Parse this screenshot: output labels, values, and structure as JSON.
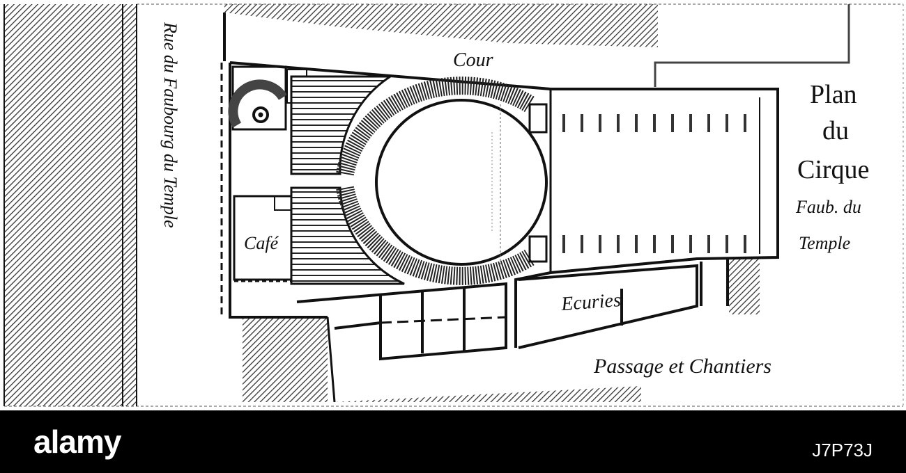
{
  "title": {
    "line1": "Plan",
    "line2": "du",
    "line3": "Cirque",
    "line4": "Faub. du",
    "line5": "Temple"
  },
  "labels": {
    "street": "Rue du Faubourg du Temple",
    "cour": "Cour",
    "cafe": "Café",
    "ecuries": "Ecuries",
    "passage": "Passage et Chantiers"
  },
  "watermark": {
    "logo": "alamy",
    "image_id": "J7P73J"
  },
  "colors": {
    "ink": "#111111",
    "hatch": "#3a3a3a",
    "paper": "#ffffff",
    "footer": "#000000"
  }
}
